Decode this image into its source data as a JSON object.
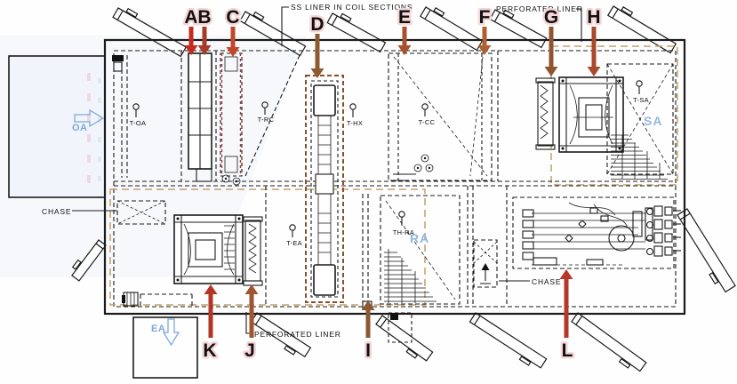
{
  "callouts": {
    "ss_liner": "SS LINER IN COIL SECTIONS",
    "perforated_liner_top": "PERFORATED LINER",
    "perforated_liner_bottom": "PERFORATED LINER",
    "chase_left": "CHASE",
    "chase_right": "CHASE"
  },
  "flow_labels": {
    "oa": "OA",
    "ea": "EA",
    "ra": "RA",
    "sa": "SA"
  },
  "sensors": {
    "t_oa": "T-OA",
    "t_rc": "T-RC",
    "t_hx": "T-HX",
    "t_cc": "T-CC",
    "t_sa": "T-SA",
    "th_ra": "TH-RA",
    "t_ea": "T-EA"
  },
  "markers": {
    "a": {
      "label": "A",
      "color": "#c42b20"
    },
    "b": {
      "label": "B",
      "color": "#a83a28"
    },
    "c": {
      "label": "C",
      "color": "#c2452a"
    },
    "d": {
      "label": "D",
      "color": "#8e5a30"
    },
    "e": {
      "label": "E",
      "color": "#a9502e"
    },
    "f": {
      "label": "F",
      "color": "#b06030"
    },
    "g": {
      "label": "G",
      "color": "#90552e"
    },
    "h": {
      "label": "H",
      "color": "#a84a2c"
    },
    "i": {
      "label": "I",
      "color": "#8d5830"
    },
    "j": {
      "label": "J",
      "color": "#a05430"
    },
    "k": {
      "label": "K",
      "color": "#b33527"
    },
    "l": {
      "label": "L",
      "color": "#b5372a"
    }
  },
  "colors": {
    "flow_blue": "#7fa8d8",
    "liner_tan": "#c3a06b",
    "line_black": "#1b1b1b",
    "marker_halo": "#f6d7d7"
  }
}
